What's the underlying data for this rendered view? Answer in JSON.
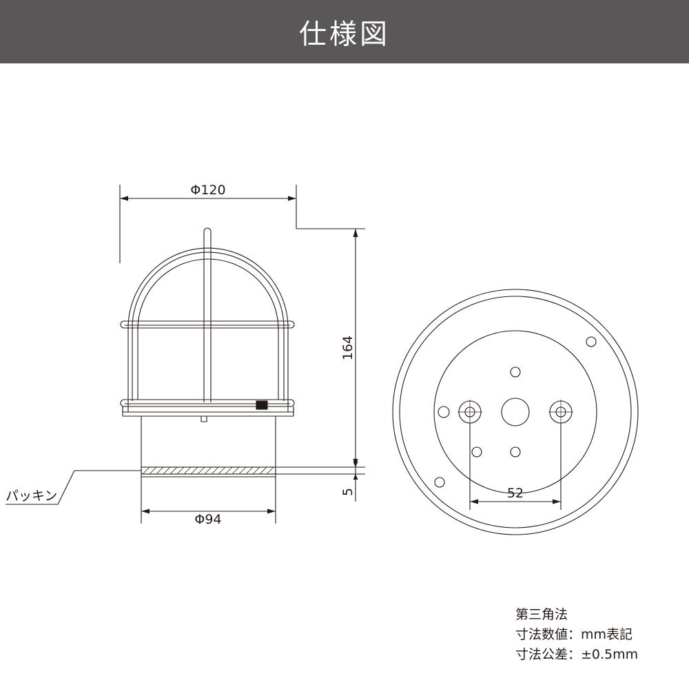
{
  "header": {
    "title": "仕様図"
  },
  "drawing": {
    "labels": {
      "diameter_top": "Φ120",
      "height": "164",
      "diameter_bottom": "Φ94",
      "thickness": "5",
      "packing": "パッキン",
      "bolt_spacing": "52"
    }
  },
  "notes": [
    "第三角法",
    "寸法数値：mm表記",
    "寸法公差：±0.5mm"
  ],
  "colors": {
    "header_bg": "#595757",
    "header_text": "#ffffff",
    "line": "#231815"
  }
}
